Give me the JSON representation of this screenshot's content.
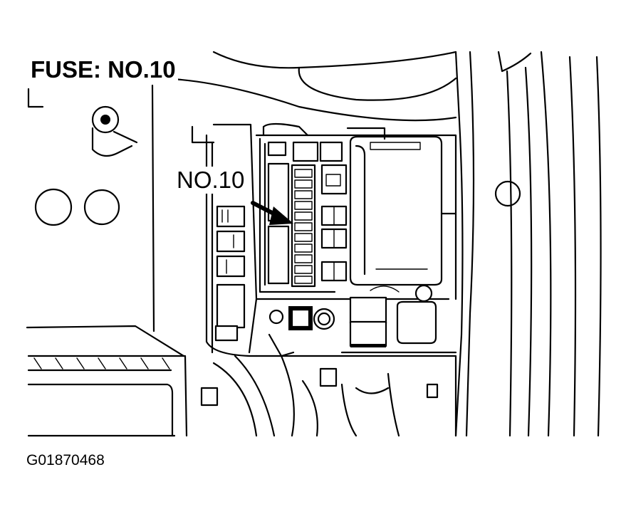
{
  "diagram": {
    "title": "FUSE: NO.10",
    "callout_label": "NO.10",
    "figure_id": "G01870468"
  },
  "colors": {
    "line": "#000000",
    "background": "#ffffff"
  }
}
